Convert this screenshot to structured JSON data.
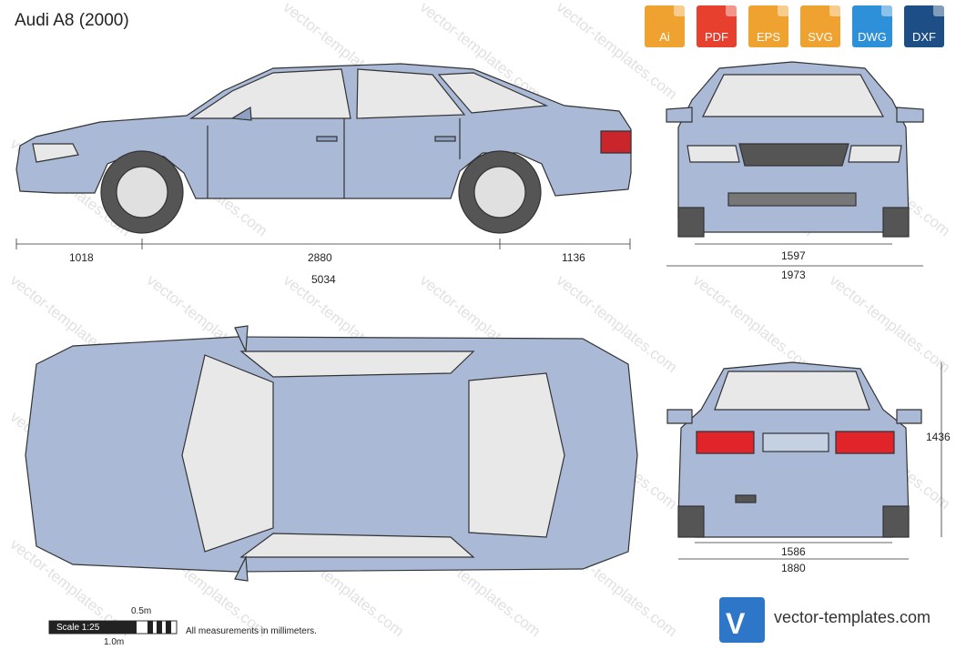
{
  "title": "Audi A8 (2000)",
  "formats": [
    {
      "label": "Ai",
      "color": "#f0a231"
    },
    {
      "label": "PDF",
      "color": "#e8402e"
    },
    {
      "label": "EPS",
      "color": "#f0a231"
    },
    {
      "label": "SVG",
      "color": "#f0a231"
    },
    {
      "label": "DWG",
      "color": "#2e90d8"
    },
    {
      "label": "DXF",
      "color": "#1d4e85"
    }
  ],
  "dimensions": {
    "front_overhang": "1018",
    "wheelbase": "2880",
    "rear_overhang": "1136",
    "length": "5034",
    "front_track": "1597",
    "width": "1973",
    "rear_track": "1586",
    "rear_width": "1880",
    "height": "1436"
  },
  "scale": {
    "label": "Scale 1:25",
    "half_meter": "0.5m",
    "meter": "1.0m"
  },
  "note": "All measurements in millimeters.",
  "brand": {
    "name": "vector-templates.com",
    "watermark": "vector-templates.com"
  },
  "colors": {
    "body": "#a9b9d6",
    "body_dark": "#8fa1c2",
    "window": "#e8e8e8",
    "tire": "#555555",
    "taillight": "#e0242a"
  }
}
